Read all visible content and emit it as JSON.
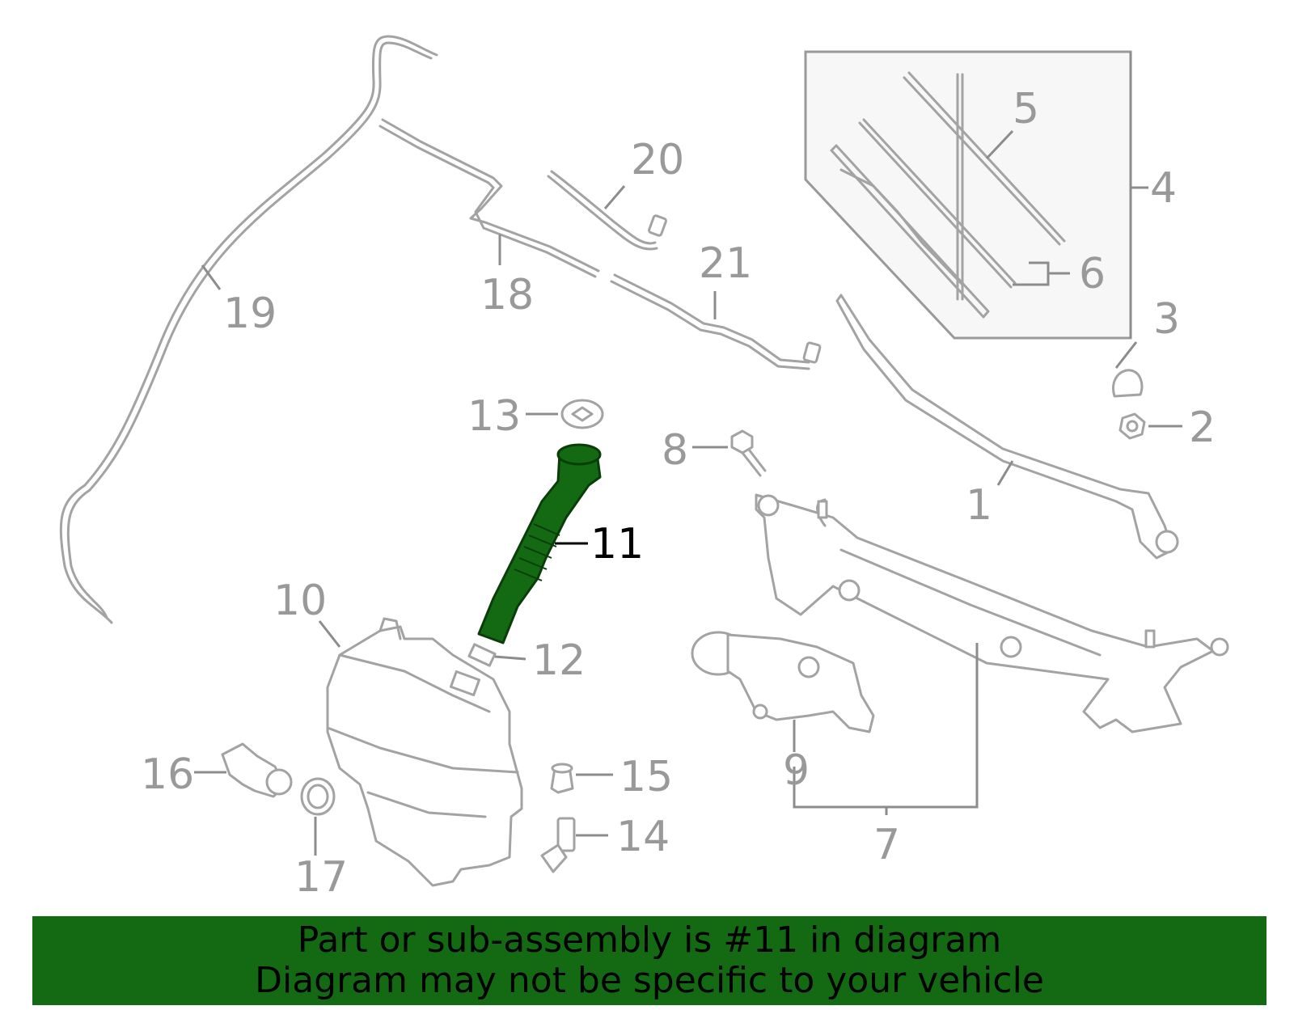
{
  "callouts": {
    "c1": "1",
    "c2": "2",
    "c3": "3",
    "c4": "4",
    "c5": "5",
    "c6": "6",
    "c7": "7",
    "c8": "8",
    "c9": "9",
    "c10": "10",
    "c11": "11",
    "c12": "12",
    "c13": "13",
    "c14": "14",
    "c15": "15",
    "c16": "16",
    "c17": "17",
    "c18": "18",
    "c19": "19",
    "c20": "20",
    "c21": "21"
  },
  "highlight": {
    "part_number": "11",
    "color": "#136a12"
  },
  "colors": {
    "line_art": "#a3a3a3",
    "callout_text": "#999999",
    "banner": "#136a12",
    "inset_box": "#f7f7f7"
  },
  "footer": {
    "line1": "Part or sub-assembly is #11 in diagram",
    "line2": "Diagram may not be specific to your vehicle"
  }
}
